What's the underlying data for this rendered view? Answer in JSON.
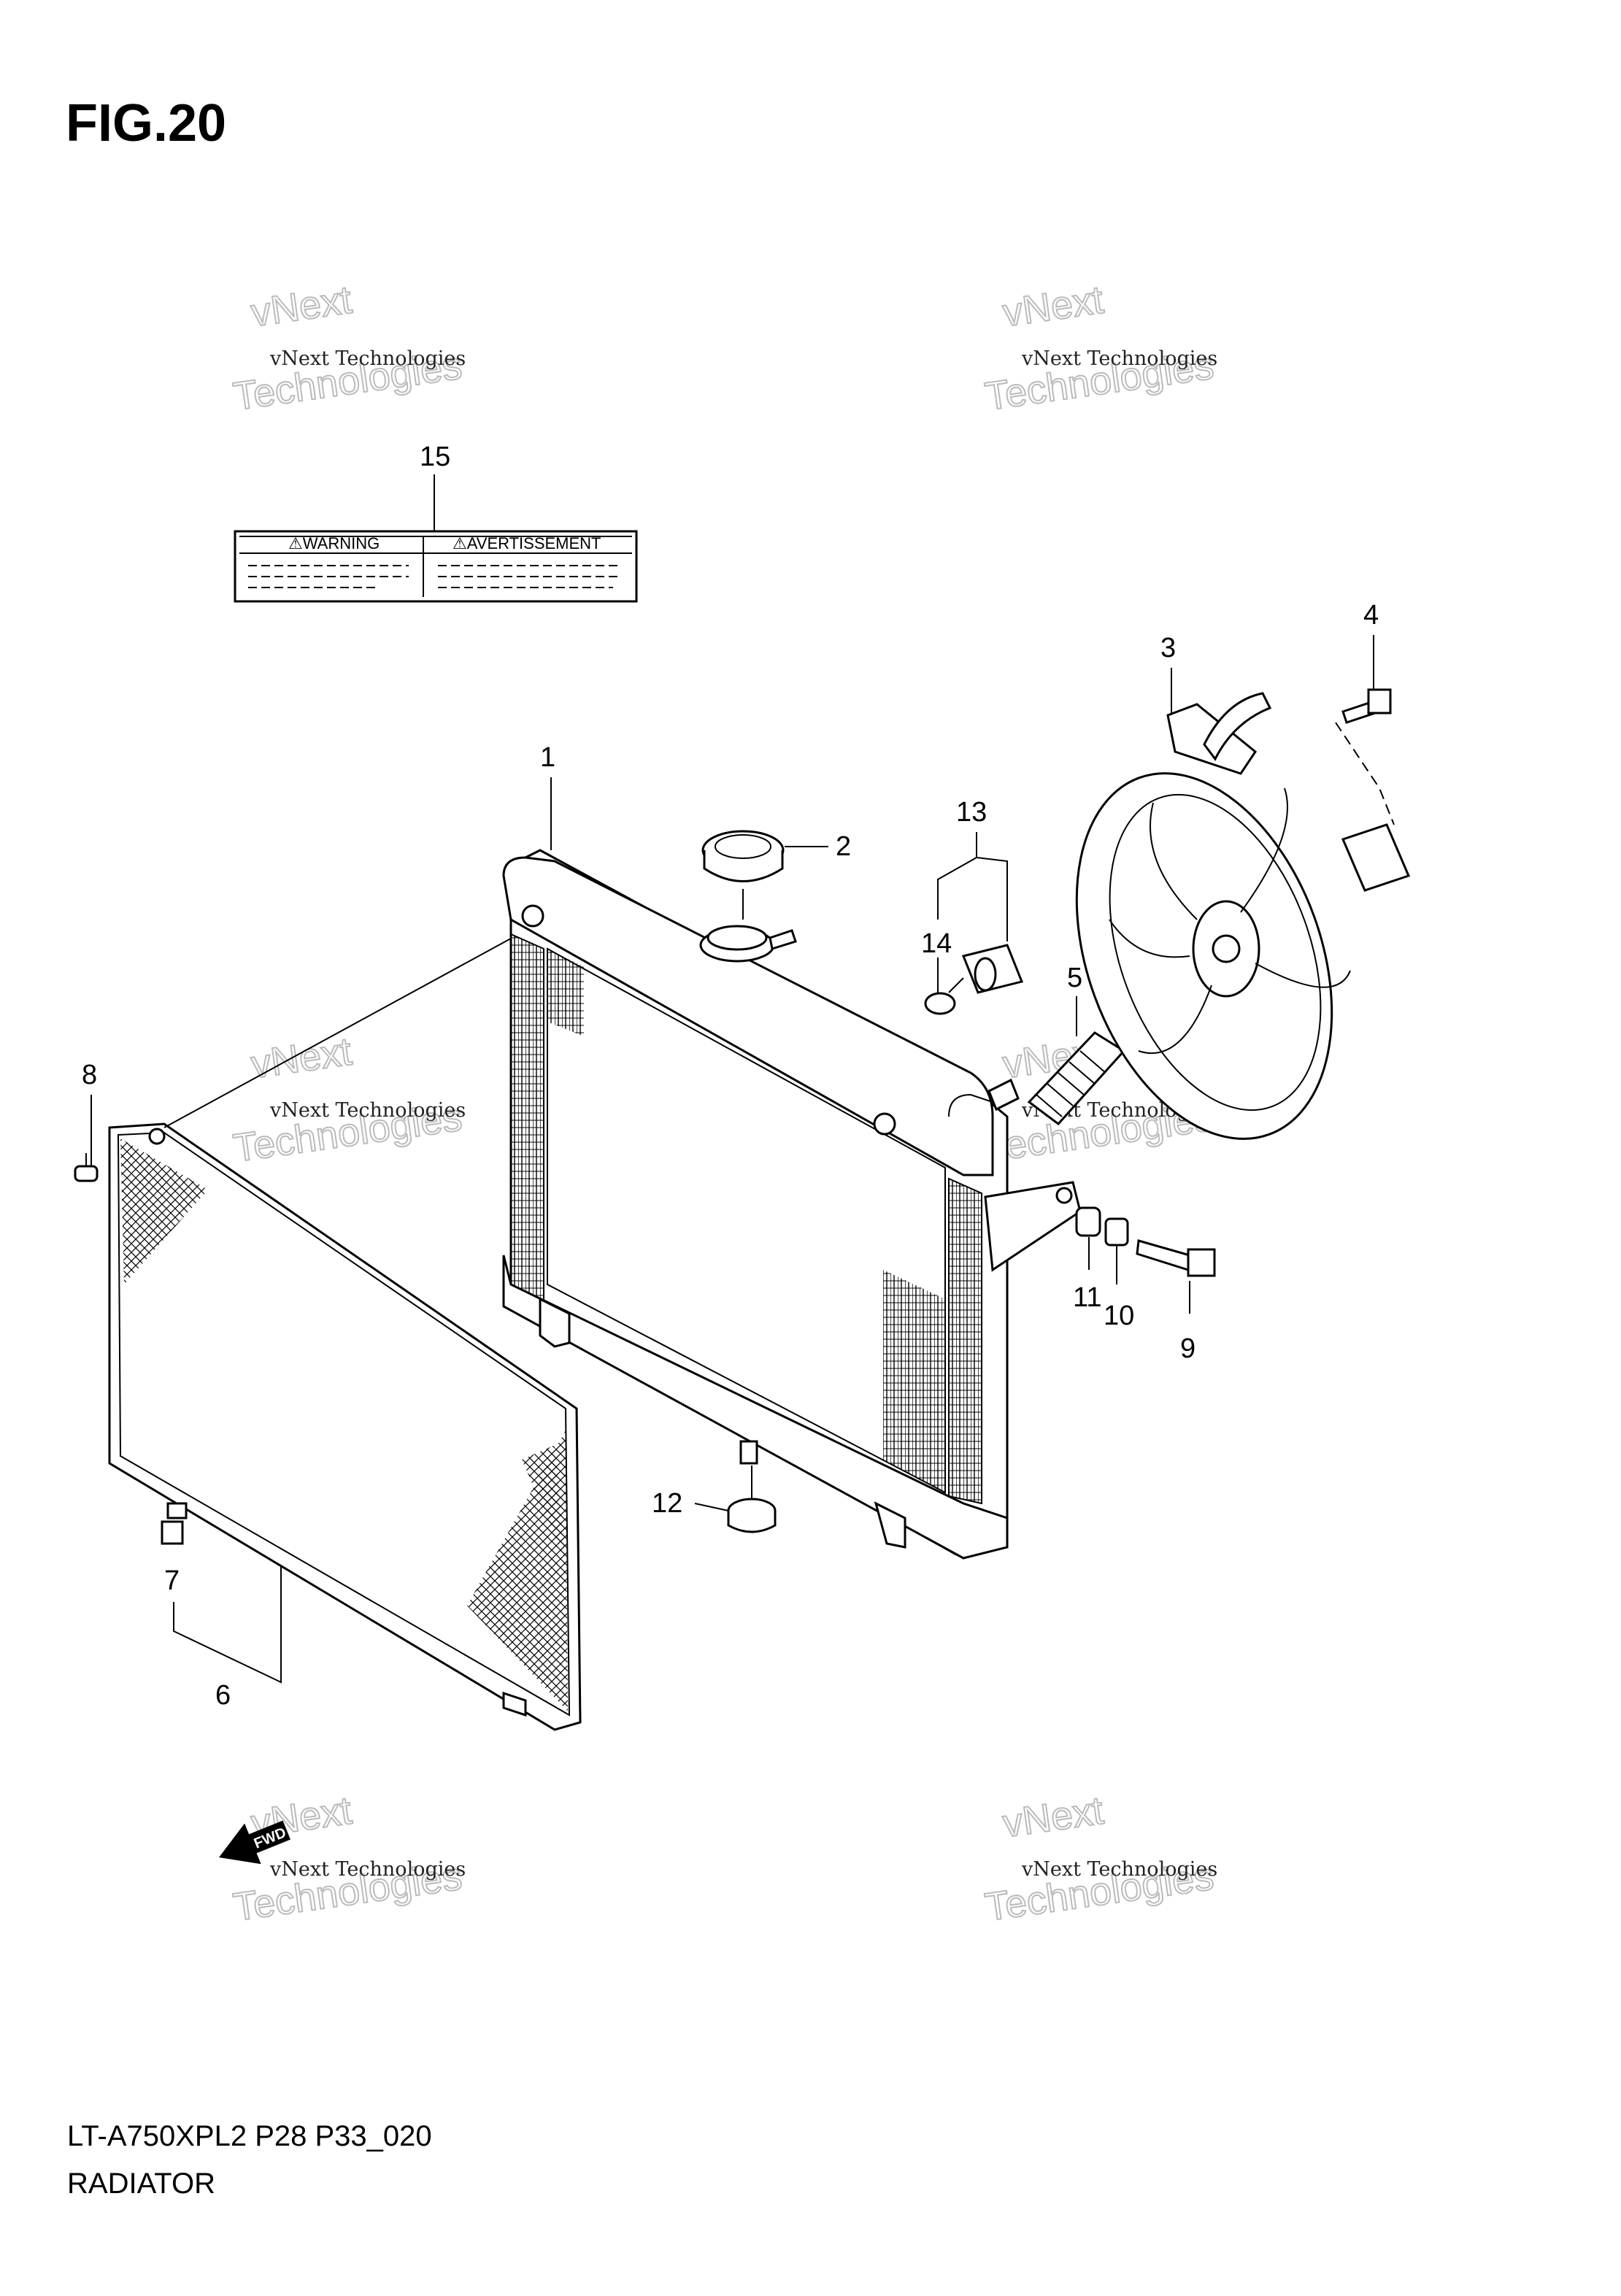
{
  "figure_title": "FIG.20",
  "model_code": "LT-A750XPL2 P28 P33_020",
  "section_name": "RADIATOR",
  "warning_label": {
    "left_heading": "⚠WARNING",
    "right_heading": "⚠AVERTISSEMENT"
  },
  "fwd_arrow_label": "FWD",
  "watermarks": [
    {
      "line1": "vNext Technologies",
      "line2": "vNext",
      "line3": "Technologies"
    },
    {
      "line1": "vNext Technologies",
      "line2": "vNext",
      "line3": "Technologies"
    },
    {
      "line1": "vNext Technologies",
      "line2": "vNext",
      "line3": "Technologies"
    },
    {
      "line1": "vNext Technologies",
      "line2": "vNext",
      "line3": "Technologies"
    },
    {
      "line1": "vNext Technologies",
      "line2": "vNext",
      "line3": "Technologies"
    },
    {
      "line1": "vNext Technologies",
      "line2": "vNext",
      "line3": "Technologies"
    }
  ],
  "callouts": {
    "c1": "1",
    "c2": "2",
    "c3": "3",
    "c4": "4",
    "c5": "5",
    "c6": "6",
    "c7": "7",
    "c8": "8",
    "c9": "9",
    "c10": "10",
    "c11": "11",
    "c12": "12",
    "c13": "13",
    "c14": "14",
    "c15": "15"
  }
}
